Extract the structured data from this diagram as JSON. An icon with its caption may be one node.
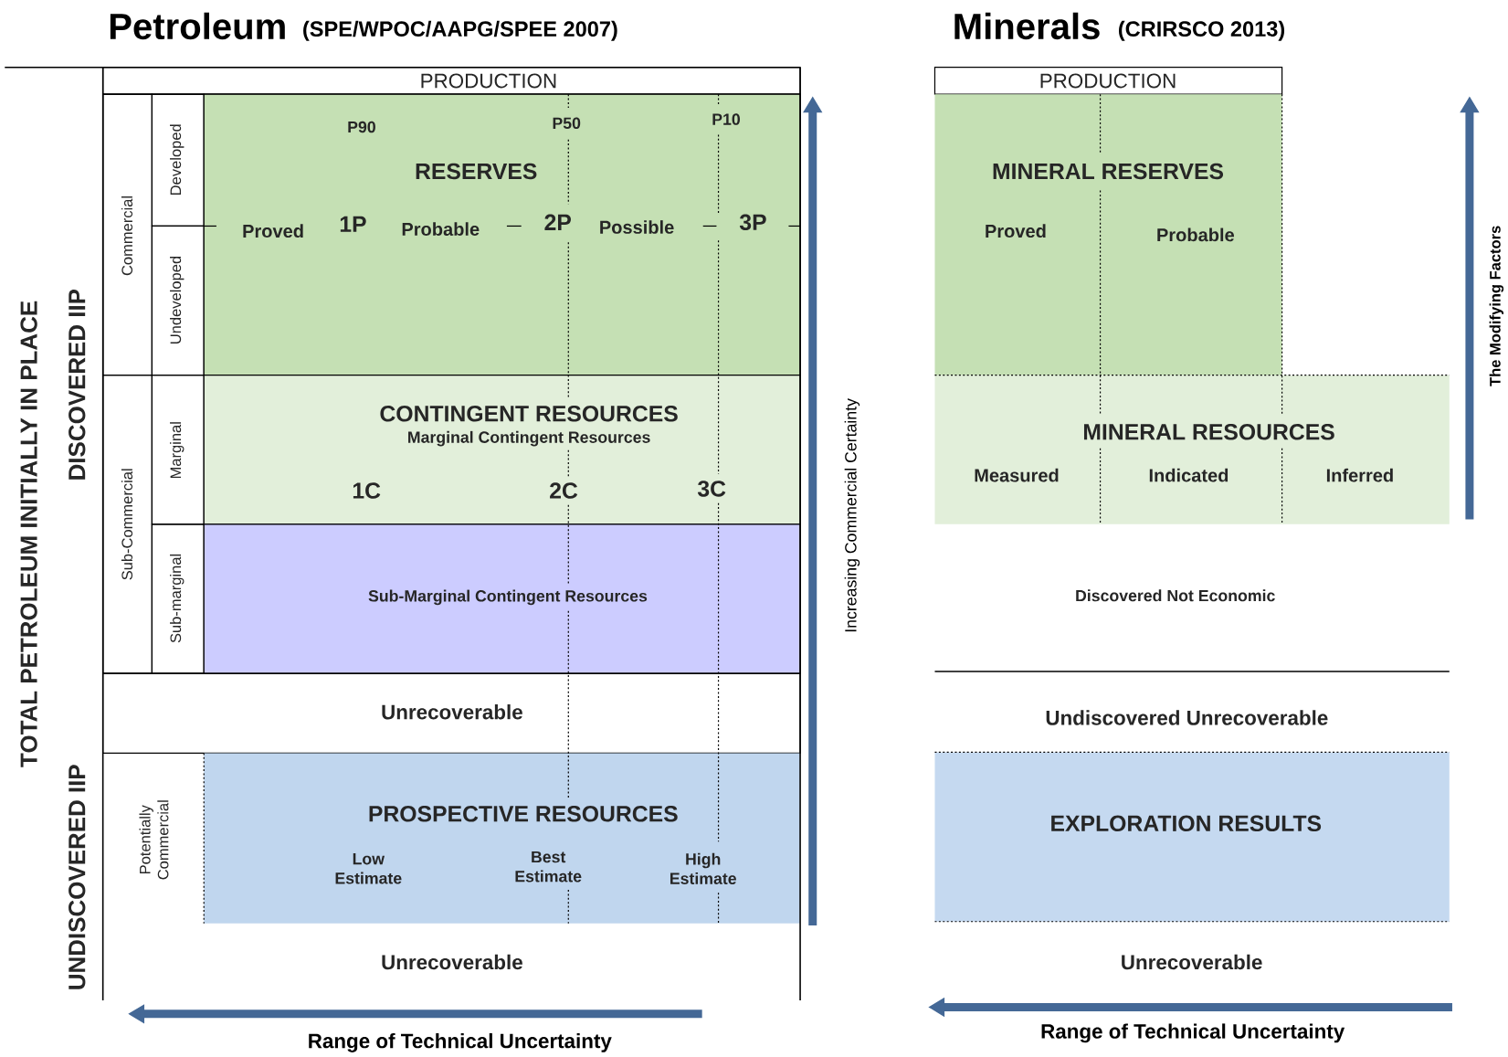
{
  "diagram": {
    "nodes": [
      {
        "text": [
          "TOTAL PETROLEUM INITIALLY IN PLACE"
        ]
      },
      {
        "text": [
          "DISCOVERED IIP"
        ]
      },
      {
        "text": [
          "PRODUCTION"
        ]
      },
      {
        "text": [
          "Commercial"
        ],
        "in": 1
      },
      {
        "text": [
          "Sub-Commercial"
        ],
        "in": 1
      },
      {
        "text": [
          "Developed"
        ],
        "in": 1
      },
      {
        "text": [
          "Undeveloped"
        ],
        "in": 1
      },
      {
        "text": [
          "Marginal"
        ],
        "in": 1
      },
      {
        "text": [
          "Sub-marginal"
        ],
        "in": 1
      },
      {
        "text": [
          "P90",
          "P50",
          "P10",
          "RESERVES",
          "Proved",
          "1P",
          "Probable",
          "2P",
          "Possible",
          "3P"
        ],
        "in": 1
      },
      {
        "text": [
          "CONTINGENT RESOURCES",
          "Marginal Contingent Resources",
          "1C",
          "2C",
          "3C"
        ],
        "in": 1
      },
      {
        "text": [
          "Sub-Marginal Contingent Resources"
        ],
        "in": 1
      },
      {
        "text": [
          "Unrecoverable"
        ]
      },
      {
        "text": [
          "UNDISCOVERED IIP"
        ]
      },
      {
        "text": [
          "Potentially Commercial"
        ]
      },
      {
        "text": [
          "PROSPECTIVE RESOURCES",
          "Low Estimate",
          "Best Estimate",
          "High Estimate"
        ]
      },
      {
        "text": [
          "Unrecoverable"
        ]
      },
      {
        "text": [
          "PRODUCTION"
        ]
      },
      {
        "text": [
          "MINERAL RESERVES",
          "Proved",
          "Probable"
        ]
      },
      {
        "text": [
          "MINERAL RESOURCES",
          "Measured",
          "Indicated",
          "Inferred"
        ]
      },
      {
        "text": [
          "Discovered Not Economic"
        ]
      },
      {
        "text": [
          "Undiscovered Unrecoverable"
        ]
      },
      {
        "text": [
          "EXPLORATION RESULTS"
        ]
      },
      {
        "text": [
          "Unrecoverable"
        ]
      }
    ],
    "labels": [
      "Petroleum",
      "(SPE/WPOC/AAPG/SPEE 2007)",
      "Minerals",
      "(CRIRSCO 2013)",
      "Increasing Commercial Certainty",
      "The Modifying Factors",
      "Range of Technical Uncertainty",
      "Range of Technical Uncertainty"
    ]
  }
}
